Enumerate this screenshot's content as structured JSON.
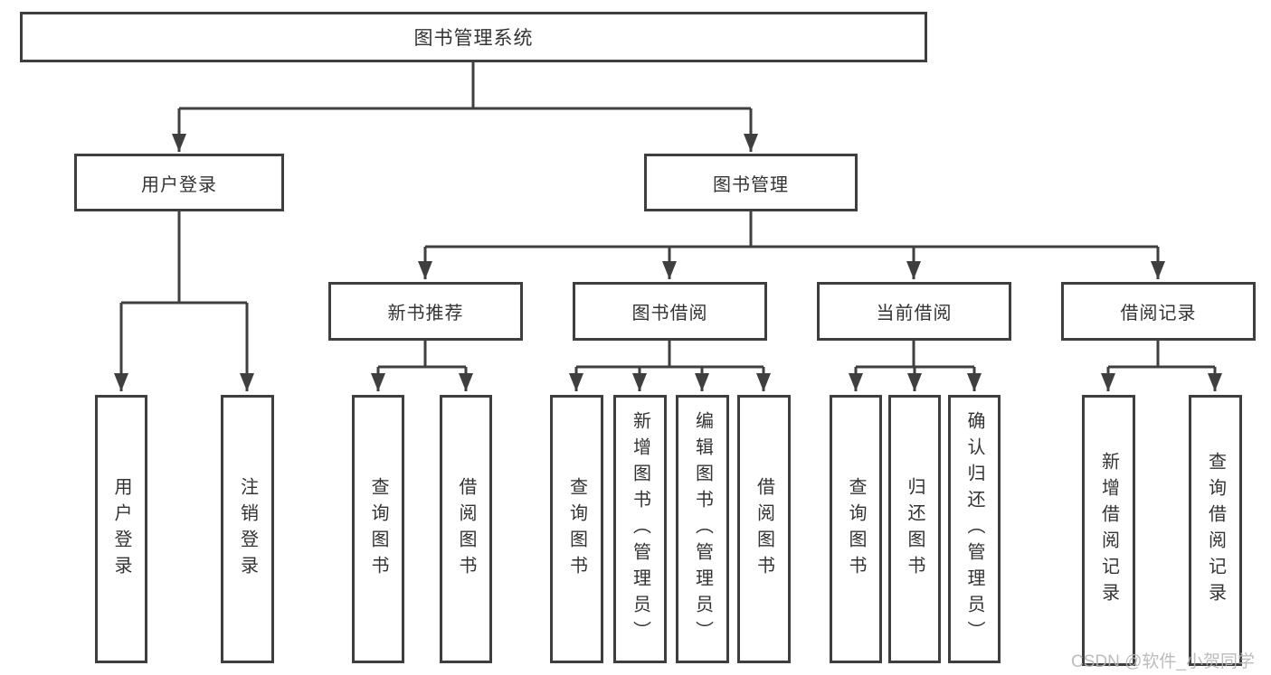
{
  "tree": {
    "label": "图书管理系统",
    "children": [
      {
        "label": "用户登录",
        "children": [
          {
            "label": "用户登录"
          },
          {
            "label": "注销登录"
          }
        ]
      },
      {
        "label": "图书管理",
        "children": [
          {
            "label": "新书推荐",
            "children": [
              {
                "label": "查询图书"
              },
              {
                "label": "借阅图书"
              }
            ]
          },
          {
            "label": "图书借阅",
            "children": [
              {
                "label": "查询图书"
              },
              {
                "label": "新增图书（管理员）"
              },
              {
                "label": "编辑图书（管理员）"
              },
              {
                "label": "借阅图书"
              }
            ]
          },
          {
            "label": "当前借阅",
            "children": [
              {
                "label": "查询图书"
              },
              {
                "label": "归还图书"
              },
              {
                "label": "确认归还（管理员）"
              }
            ]
          },
          {
            "label": "借阅记录",
            "children": [
              {
                "label": "新增借阅记录"
              },
              {
                "label": "查询借阅记录"
              }
            ]
          }
        ]
      }
    ]
  },
  "watermark": {
    "text": "CSDN @软件_小贺同学"
  },
  "colors": {
    "line": "#3f3f3f",
    "text": "#333333",
    "watermark": "#b5b5b5",
    "background": "#ffffff"
  }
}
